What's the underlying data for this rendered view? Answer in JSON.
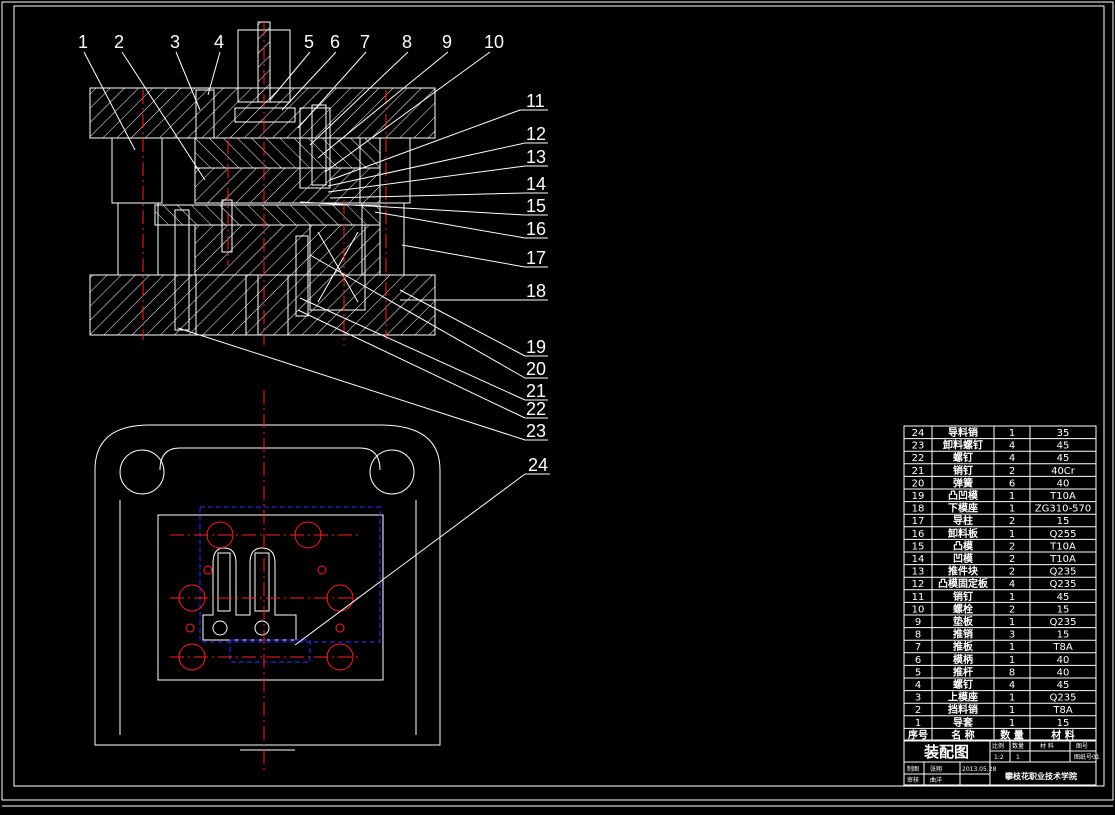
{
  "colors": {
    "background": "#000000",
    "line": "#ffffff",
    "centerline": "#ff2020",
    "strip": "#3030ff"
  },
  "balloons": [
    "1",
    "2",
    "3",
    "4",
    "5",
    "6",
    "7",
    "8",
    "9",
    "10",
    "11",
    "12",
    "13",
    "14",
    "15",
    "16",
    "17",
    "18",
    "19",
    "20",
    "21",
    "22",
    "23",
    "24"
  ],
  "bom": {
    "rows": [
      {
        "no": "24",
        "name": "导料销",
        "qty": "1",
        "mat": "35"
      },
      {
        "no": "23",
        "name": "卸料螺钉",
        "qty": "4",
        "mat": "45"
      },
      {
        "no": "22",
        "name": "螺钉",
        "qty": "4",
        "mat": "45"
      },
      {
        "no": "21",
        "name": "销钉",
        "qty": "2",
        "mat": "40Cr"
      },
      {
        "no": "20",
        "name": "弹簧",
        "qty": "6",
        "mat": "40"
      },
      {
        "no": "19",
        "name": "凸凹模",
        "qty": "1",
        "mat": "T10A"
      },
      {
        "no": "18",
        "name": "下模座",
        "qty": "1",
        "mat": "ZG310-570"
      },
      {
        "no": "17",
        "name": "导柱",
        "qty": "2",
        "mat": "15"
      },
      {
        "no": "16",
        "name": "卸料板",
        "qty": "1",
        "mat": "Q255"
      },
      {
        "no": "15",
        "name": "凸模",
        "qty": "2",
        "mat": "T10A"
      },
      {
        "no": "14",
        "name": "凹模",
        "qty": "2",
        "mat": "T10A"
      },
      {
        "no": "13",
        "name": "推件块",
        "qty": "2",
        "mat": "Q235"
      },
      {
        "no": "12",
        "name": "凸模固定板",
        "qty": "4",
        "mat": "Q235"
      },
      {
        "no": "11",
        "name": "销钉",
        "qty": "1",
        "mat": "45"
      },
      {
        "no": "10",
        "name": "螺栓",
        "qty": "2",
        "mat": "15"
      },
      {
        "no": "9",
        "name": "垫板",
        "qty": "1",
        "mat": "Q235"
      },
      {
        "no": "8",
        "name": "推销",
        "qty": "3",
        "mat": "15"
      },
      {
        "no": "7",
        "name": "推板",
        "qty": "1",
        "mat": "T8A"
      },
      {
        "no": "6",
        "name": "模柄",
        "qty": "1",
        "mat": "40"
      },
      {
        "no": "5",
        "name": "推杆",
        "qty": "8",
        "mat": "40"
      },
      {
        "no": "4",
        "name": "螺钉",
        "qty": "4",
        "mat": "45"
      },
      {
        "no": "3",
        "name": "上模座",
        "qty": "1",
        "mat": "Q235"
      },
      {
        "no": "2",
        "name": "挡料销",
        "qty": "1",
        "mat": "T8A"
      },
      {
        "no": "1",
        "name": "导套",
        "qty": "1",
        "mat": "15"
      }
    ],
    "header": {
      "no": "序号",
      "name": "名  称",
      "qty": "数 量",
      "mat": "材  料"
    }
  },
  "title_block": {
    "drawing_name": "装配图",
    "scale_label": "比例",
    "qty_label": "数量",
    "material_label": "材  料",
    "sheet_label": "图号",
    "scale_value": "1:2",
    "qty_value": "1",
    "sheet_no": "图纸号01",
    "drawn_label": "制图",
    "drawn_by": "张翔",
    "drawn_date": "2013.05.28",
    "checked_label": "审核",
    "checked_by": "曲洋",
    "school": "攀枝花职业技术学院"
  }
}
